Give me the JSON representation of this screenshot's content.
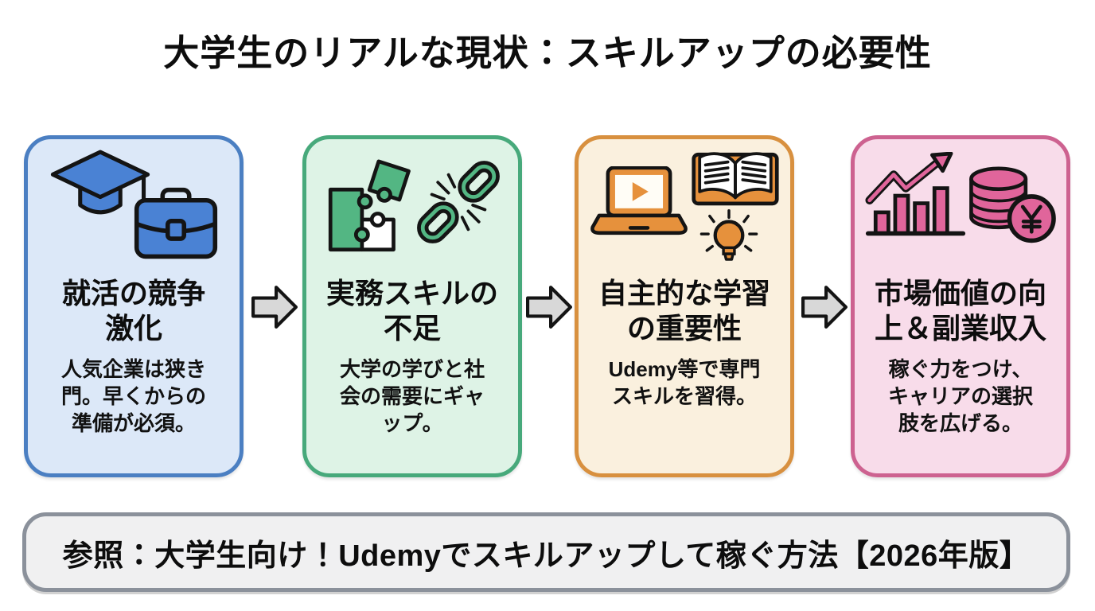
{
  "page": {
    "title": "大学生のリアルな現状：スキルアップの必要性",
    "background": "#ffffff",
    "ink": "#141414"
  },
  "cards": [
    {
      "id": "job-competition",
      "title": "就活の競争\n激化",
      "body": "人気企業は狭き\n門。早くからの\n準備が必須。",
      "icons": [
        "graduation-cap-icon",
        "briefcase-icon"
      ],
      "colors": {
        "border": "#4b7fc2",
        "background": "#dce8f8",
        "accent": "#4a82d4"
      }
    },
    {
      "id": "practical-skill-gap",
      "title": "実務スキルの\n不足",
      "body": "大学の学びと社\n会の需要にギャ\nップ。",
      "icons": [
        "puzzle-icon",
        "broken-chain-icon"
      ],
      "colors": {
        "border": "#47a97b",
        "background": "#def3e6",
        "accent": "#53b683"
      }
    },
    {
      "id": "self-learning",
      "title": "自主的な学習\nの重要性",
      "body": "Udemy等で専門\nスキルを習得。",
      "icons": [
        "laptop-video-icon",
        "open-book-icon",
        "lightbulb-icon"
      ],
      "colors": {
        "border": "#d8903f",
        "background": "#faf0de",
        "accent": "#e6913c"
      }
    },
    {
      "id": "market-value",
      "title": "市場価値の向\n上＆副業収入",
      "body": "稼ぐ力をつけ、\nキャリアの選択\n肢を広げる。",
      "icons": [
        "growth-chart-icon",
        "yen-coins-icon"
      ],
      "colors": {
        "border": "#cd6290",
        "background": "#f8dcea",
        "accent": "#e0659b"
      }
    }
  ],
  "arrows": {
    "count": 3,
    "direction": "right",
    "fill": "#d8d8d8",
    "outline": "#141414"
  },
  "footer": {
    "text": "参照：大学生向け！Udemyでスキルアップして稼ぐ方法【2026年版】",
    "colors": {
      "border": "#8b919b",
      "background": "#f0f0f1"
    }
  }
}
